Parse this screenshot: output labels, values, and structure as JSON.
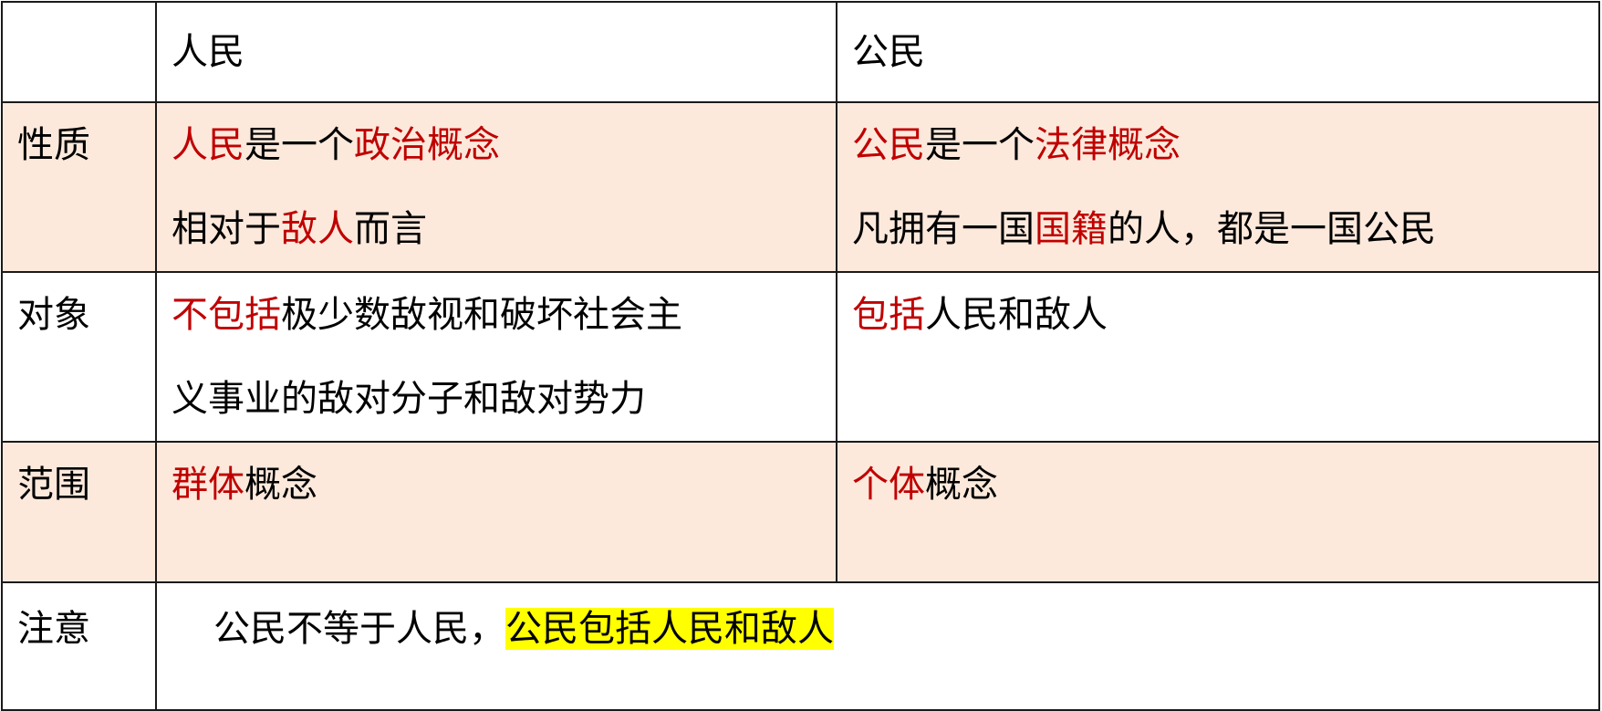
{
  "header": {
    "col1": "人民",
    "col2": "公民"
  },
  "rows": [
    {
      "label": "性质",
      "people": [
        [
          "人民",
          "red"
        ],
        [
          "是一个",
          ""
        ],
        [
          "政治概念",
          "red"
        ]
      ],
      "people2": [
        [
          "相对于",
          ""
        ],
        [
          "敌人",
          "red"
        ],
        [
          "而言",
          ""
        ]
      ],
      "citizen": [
        [
          "公民",
          "red"
        ],
        [
          "是一个",
          ""
        ],
        [
          "法律概念",
          "red"
        ]
      ],
      "citizen2": [
        [
          "凡拥有一国",
          ""
        ],
        [
          "国籍",
          "red"
        ],
        [
          "的人，都是一国公民",
          ""
        ]
      ]
    },
    {
      "label": "对象",
      "people": [
        [
          "不包括",
          "red"
        ],
        [
          "极少数敌视和破坏社会主",
          ""
        ]
      ],
      "people2": [
        [
          "义事业的敌对分子和敌对势力",
          ""
        ]
      ],
      "citizen": [
        [
          "包括",
          "red"
        ],
        [
          "人民和敌人",
          ""
        ]
      ]
    },
    {
      "label": "范围",
      "people": [
        [
          "群体",
          "red"
        ],
        [
          "概念",
          ""
        ]
      ],
      "citizen": [
        [
          "个体",
          "red"
        ],
        [
          "概念",
          ""
        ]
      ]
    },
    {
      "label": "注意",
      "note": "公民不等于人民，",
      "note_highlight": "公民包括人民和敌人"
    }
  ],
  "colors": {
    "accent_red": "#c00000",
    "row_fill": "#fce9dc",
    "highlight": "#ffff00"
  }
}
